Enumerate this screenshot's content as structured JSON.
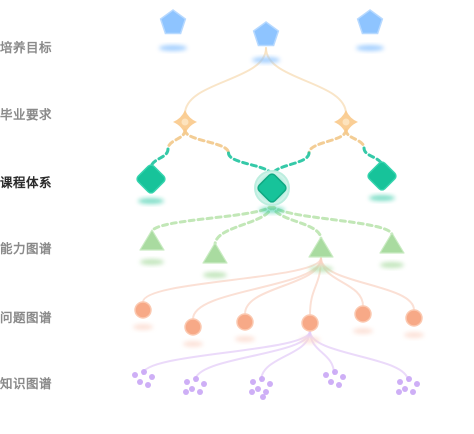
{
  "rows": [
    {
      "label": "培养目标",
      "active": false
    },
    {
      "label": "毕业要求",
      "active": false
    },
    {
      "label": "课程体系",
      "active": true
    },
    {
      "label": "能力图谱",
      "active": false
    },
    {
      "label": "问题图谱",
      "active": false
    },
    {
      "label": "知识图谱",
      "active": false
    }
  ],
  "colors": {
    "goal": "#8ec4ff",
    "requirement": "#f9c98a",
    "course": "#17c39a",
    "ability": "#a9dba0",
    "problem": "#f7a987",
    "knowledge": "#c9a6f5",
    "label": "#8a8a8a",
    "label_active": "#2b2b2b"
  },
  "icons": {
    "goal": "pentagon-icon",
    "requirement": "sparkle-icon",
    "course": "diamond-icon",
    "ability": "triangle-icon",
    "problem": "circle-icon",
    "knowledge": "dot-cluster-icon"
  },
  "selected_course_index": 1
}
